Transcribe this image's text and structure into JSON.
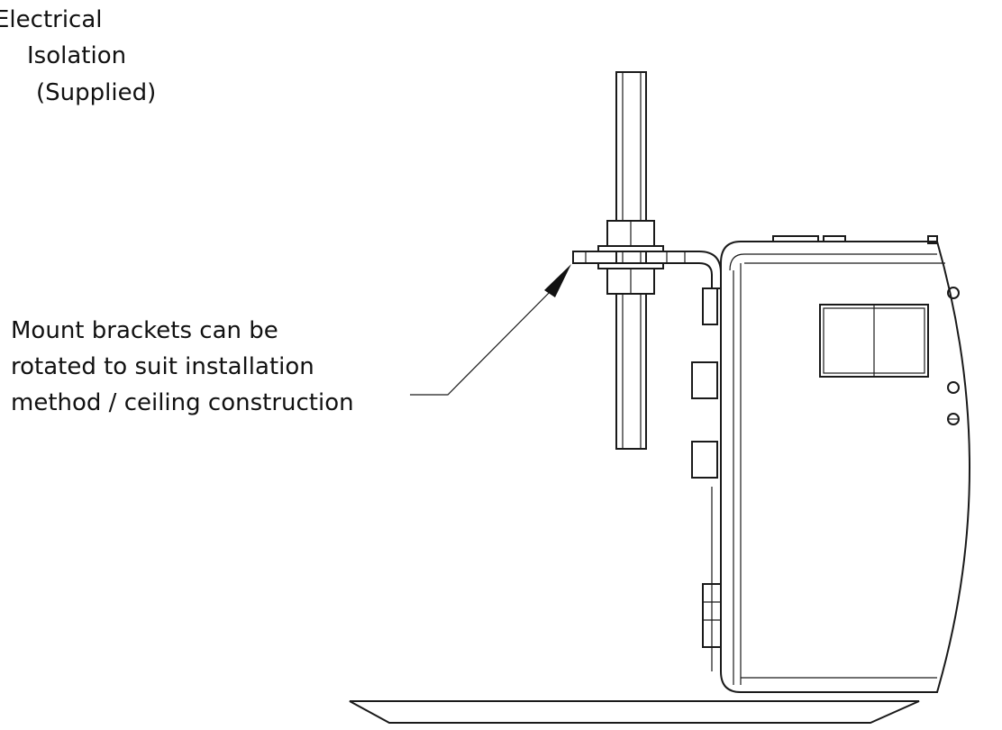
{
  "diagram": {
    "labels": {
      "isolation": [
        "Electrical",
        "Isolation",
        "(Supplied)"
      ],
      "bracket": [
        "Mount brackets can be",
        "rotated to suit installation",
        "method / ceiling construction"
      ]
    },
    "colors": {
      "line": "#1a1a1a",
      "text": "#111111",
      "background": "#ffffff"
    }
  }
}
